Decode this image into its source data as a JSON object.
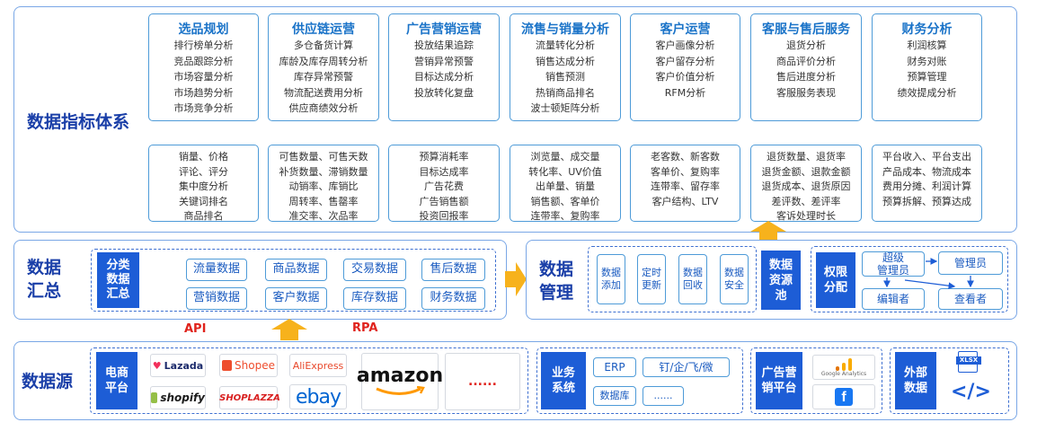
{
  "indicators": {
    "title": "数据指标体系",
    "categories": [
      {
        "title": "选品规划",
        "items": [
          "排行榜单分析",
          "竞品跟踪分析",
          "市场容量分析",
          "市场趋势分析",
          "市场竞争分析"
        ],
        "metrics": [
          "销量、价格",
          "评论、评分",
          "集中度分析",
          "关键词排名",
          "商品排名"
        ]
      },
      {
        "title": "供应链运营",
        "items": [
          "多仓备货计算",
          "库龄及库存周转分析",
          "库存异常预警",
          "物流配送费用分析",
          "供应商绩效分析"
        ],
        "metrics": [
          "可售数量、可售天数",
          "补货数量、滞销数量",
          "动销率、库销比",
          "周转率、售罄率",
          "准交率、次品率"
        ]
      },
      {
        "title": "广告营销运营",
        "items": [
          "投放结果追踪",
          "营销异常预警",
          "目标达成分析",
          "投放转化复盘"
        ],
        "metrics": [
          "预算消耗率",
          "目标达成率",
          "广告花费",
          "广告销售额",
          "投资回报率"
        ]
      },
      {
        "title": "流售与销量分析",
        "items": [
          "流量转化分析",
          "销售达成分析",
          "销售预测",
          "热销商品排名",
          "波士顿矩阵分析"
        ],
        "metrics": [
          "浏览量、成交量",
          "转化率、UV价值",
          "出单量、销量",
          "销售额、客单价",
          "连带率、复购率"
        ]
      },
      {
        "title": "客户运营",
        "items": [
          "客户画像分析",
          "客户留存分析",
          "客户价值分析",
          "RFM分析"
        ],
        "metrics": [
          "老客数、新客数",
          "客单价、复购率",
          "连带率、留存率",
          "客户结构、LTV"
        ]
      },
      {
        "title": "客服与售后服务",
        "items": [
          "退货分析",
          "商品评价分析",
          "售后进度分析",
          "客服服务表现"
        ],
        "metrics": [
          "退货数量、退货率",
          "退货金额、退款金额",
          "退货成本、退货原因",
          "差评数、差评率",
          "客诉处理时长"
        ]
      },
      {
        "title": "财务分析",
        "items": [
          "利润核算",
          "财务对账",
          "预算管理",
          "绩效提成分析"
        ],
        "metrics": [
          "平台收入、平台支出",
          "产品成本、物流成本",
          "费用分摊、利润计算",
          "预算拆解、预算达成"
        ]
      }
    ]
  },
  "summary": {
    "title_line1": "数据",
    "title_line2": "汇总",
    "label": "分类\n数据\n汇总",
    "chips": [
      "流量数据",
      "商品数据",
      "交易数据",
      "售后数据",
      "营销数据",
      "客户数据",
      "库存数据",
      "财务数据"
    ]
  },
  "management": {
    "title_line1": "数据",
    "title_line2": "管理",
    "ops": [
      "数据\n添加",
      "定时\n更新",
      "数据\n回收",
      "数据\n安全"
    ],
    "pool": "数据\n资源\n池",
    "perm": "权限\n分配",
    "roles": [
      "超级\n管理员",
      "管理员",
      "编辑者",
      "查看者"
    ]
  },
  "connectors": {
    "api": "API",
    "rpa": "RPA"
  },
  "sources": {
    "title": "数据源",
    "ecommerce_label": "电商\n平台",
    "platforms": [
      "Lazada",
      "Shopee",
      "AliExpress",
      "shopify",
      "SHOPLAZZA",
      "ebay",
      "amazon",
      "......"
    ],
    "business_label": "业务\n系统",
    "business_items": [
      "ERP",
      "钉/企/飞/微",
      "数据库",
      "......"
    ],
    "ad_label": "广告营\n销平台",
    "ad_items": [
      "Google Analytics",
      "f"
    ],
    "external_label": "外部\n数据",
    "external_items": [
      "XLSX",
      "</>"
    ]
  },
  "colors": {
    "primary": "#1d5dd6",
    "border": "#4e9bd8",
    "arrow": "#f7b21c",
    "accent_red": "#e0231c"
  }
}
